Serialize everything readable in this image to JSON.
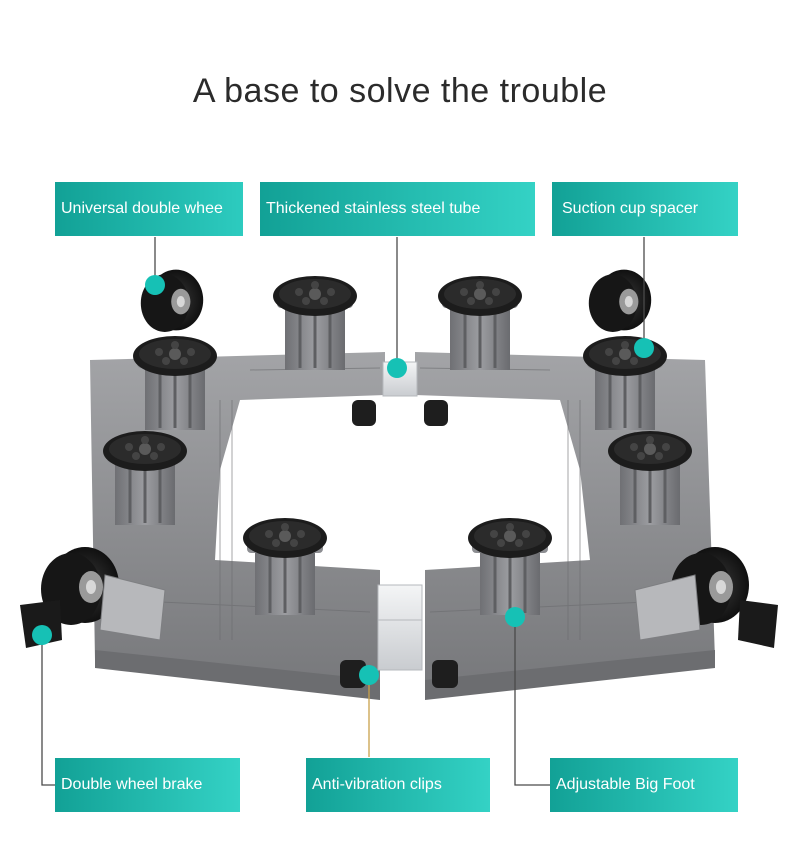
{
  "headline": "A base to solve the trouble",
  "colors": {
    "label_bg_dark": "#14a89e",
    "label_bg_light": "#2fcfc2",
    "accent_dot": "#16c1b5",
    "frame_gray": "#8b8c8f",
    "frame_dark": "#6e6f72",
    "foot_black": "#1e1e1e",
    "tube_silver": "#e6e8ea"
  },
  "labels": {
    "universal_wheel": "Universal double whee",
    "steel_tube": "Thickened stainless steel tube",
    "suction_cup": "Suction cup spacer",
    "wheel_brake": "Double wheel brake",
    "anti_vibration": "Anti-vibration clips",
    "big_foot": "Adjustable Big Foot"
  },
  "icons": {
    "callout_marker": "teal-dot",
    "wheel": "caster-wheel-icon",
    "foot": "suction-foot-icon"
  }
}
